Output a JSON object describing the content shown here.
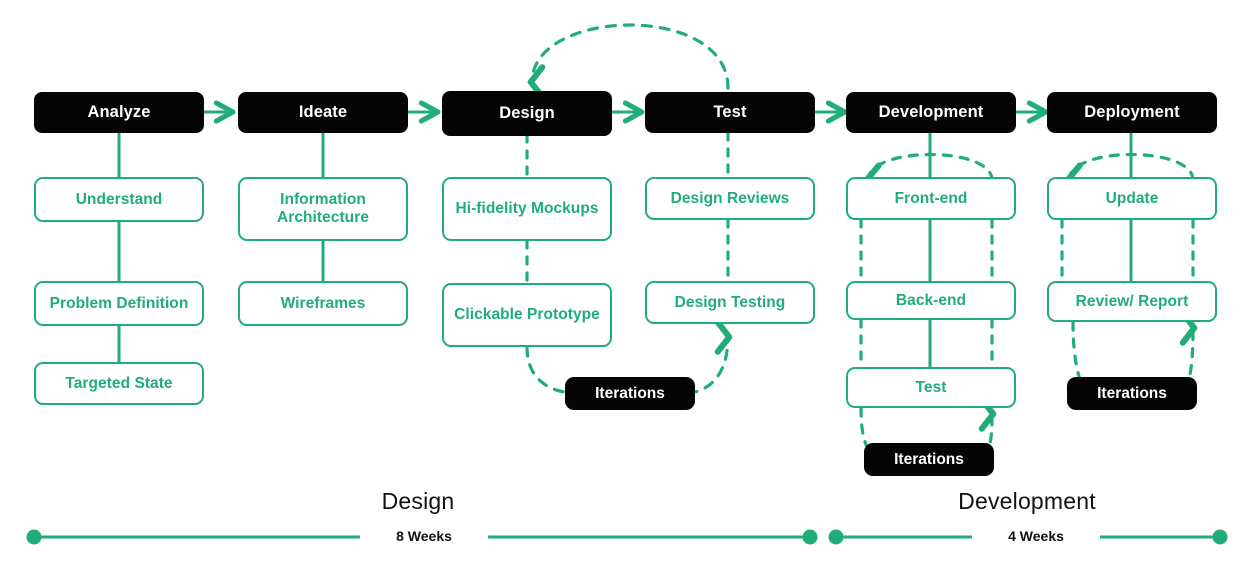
{
  "theme": {
    "accent": "#20ad78",
    "dark": "#050505",
    "background": "#ffffff",
    "step_text": "#20ad78",
    "phase_text": "#ffffff"
  },
  "diagram": {
    "title_visible": false,
    "columns": [
      {
        "id": "analyze",
        "phase": "Analyze",
        "steps": [
          "Understand",
          "Problem Definition",
          "Targeted State"
        ],
        "connector_style": "solid",
        "iterations_label": null
      },
      {
        "id": "ideate",
        "phase": "Ideate",
        "steps": [
          "Information Architecture",
          "Wireframes"
        ],
        "connector_style": "solid",
        "iterations_label": null
      },
      {
        "id": "design",
        "phase": "Design",
        "steps": [
          "Hi-fidelity Mockups",
          "Clickable Prototype"
        ],
        "connector_style": "dashed",
        "iterations_label": "Iterations"
      },
      {
        "id": "test",
        "phase": "Test",
        "steps": [
          "Design Reviews",
          "Design Testing"
        ],
        "connector_style": "dashed",
        "iterations_label": "Iterations"
      },
      {
        "id": "development",
        "phase": "Development",
        "steps": [
          "Front-end",
          "Back-end",
          "Test"
        ],
        "connector_style": "solid-with-dashed-rails",
        "iterations_label": "Iterations"
      },
      {
        "id": "deployment",
        "phase": "Deployment",
        "steps": [
          "Update",
          "Review/ Report"
        ],
        "connector_style": "solid-with-dashed-rails",
        "iterations_label": "Iterations"
      }
    ],
    "phase_arrows": [
      {
        "from": "Analyze",
        "to": "Ideate"
      },
      {
        "from": "Ideate",
        "to": "Design"
      },
      {
        "from": "Design",
        "to": "Test"
      },
      {
        "from": "Test",
        "to": "Development"
      },
      {
        "from": "Development",
        "to": "Deployment"
      }
    ],
    "feedback_loops": [
      {
        "name": "test-to-design-loop",
        "from": "Test",
        "to": "Design",
        "style": "dashed"
      },
      {
        "name": "design-iterations-loop",
        "from": "Clickable Prototype",
        "to": "Design Testing",
        "label": "Iterations",
        "style": "dashed"
      },
      {
        "name": "development-header-loop",
        "from": "Development",
        "to": "Front-end",
        "style": "dashed"
      },
      {
        "name": "development-iterations-loop",
        "from": "Test",
        "to": "Test",
        "label": "Iterations",
        "style": "dashed"
      },
      {
        "name": "deployment-header-loop",
        "from": "Deployment",
        "to": "Update",
        "style": "dashed"
      },
      {
        "name": "deployment-iterations-loop",
        "from": "Review/ Report",
        "to": "Review/ Report",
        "label": "Iterations",
        "style": "dashed"
      }
    ],
    "iterations_pills": [
      {
        "id": "design-iterations",
        "label": "Iterations"
      },
      {
        "id": "development-iterations",
        "label": "Iterations"
      },
      {
        "id": "deployment-iterations",
        "label": "Iterations"
      }
    ]
  },
  "timeline": {
    "tracks": [
      {
        "id": "design-track",
        "title": "Design",
        "duration": "8 Weeks"
      },
      {
        "id": "development-track",
        "title": "Development",
        "duration": "4 Weeks"
      }
    ]
  },
  "nodes": {
    "phase_analyze": "Analyze",
    "phase_ideate": "Ideate",
    "phase_design": "Design",
    "phase_test": "Test",
    "phase_development": "Development",
    "phase_deployment": "Deployment",
    "step_understand": "Understand",
    "step_problem_definition": "Problem Definition",
    "step_targeted_state": "Targeted State",
    "step_information_architecture": "Information Architecture",
    "step_wireframes": "Wireframes",
    "step_hifidelity_mockups": "Hi-fidelity Mockups",
    "step_clickable_prototype": "Clickable Prototype",
    "step_design_reviews": "Design Reviews",
    "step_design_testing": "Design Testing",
    "step_front_end": "Front-end",
    "step_back_end": "Back-end",
    "step_dev_test": "Test",
    "step_update": "Update",
    "step_review_report": "Review/ Report",
    "pill_design_iterations": "Iterations",
    "pill_development_iterations": "Iterations",
    "pill_deployment_iterations": "Iterations",
    "timeline_design_title": "Design",
    "timeline_design_duration": "8 Weeks",
    "timeline_development_title": "Development",
    "timeline_development_duration": "4 Weeks"
  }
}
